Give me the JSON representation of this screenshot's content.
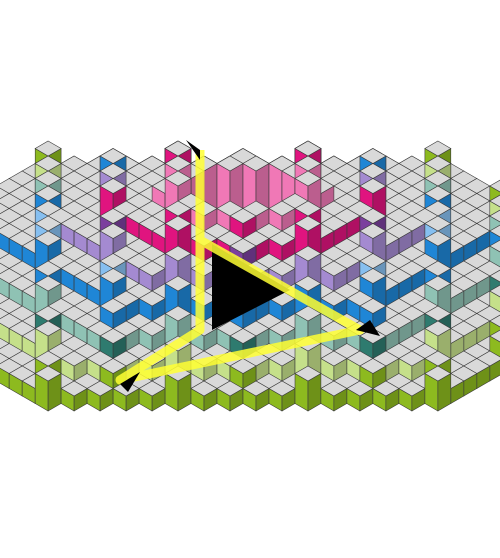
{
  "artwork": {
    "kind": "isometric-cube-hexagon",
    "colors": {
      "top_gray": "#d9d9d9",
      "outline": "#3a3a3a",
      "lime": "#8dba1f",
      "pale_green": "#c5e08a",
      "teal": "#2e7b6f",
      "sea_green": "#8fc2b4",
      "blue": "#1f86d6",
      "light_blue": "#86bff0",
      "lavender": "#a48ad1",
      "purple": "#7b3f9e",
      "magenta": "#e0147f",
      "pink": "#f078b6",
      "orange": "#ff6a00",
      "peach": "#ffae7a",
      "yellow": "#ffff33",
      "black": "#000000"
    },
    "ring_palette": [
      "lime",
      "pale_green",
      "teal",
      "sea_green",
      "blue",
      "light_blue",
      "lavender",
      "purple",
      "magenta",
      "pink",
      "orange",
      "peach",
      "yellow"
    ]
  }
}
